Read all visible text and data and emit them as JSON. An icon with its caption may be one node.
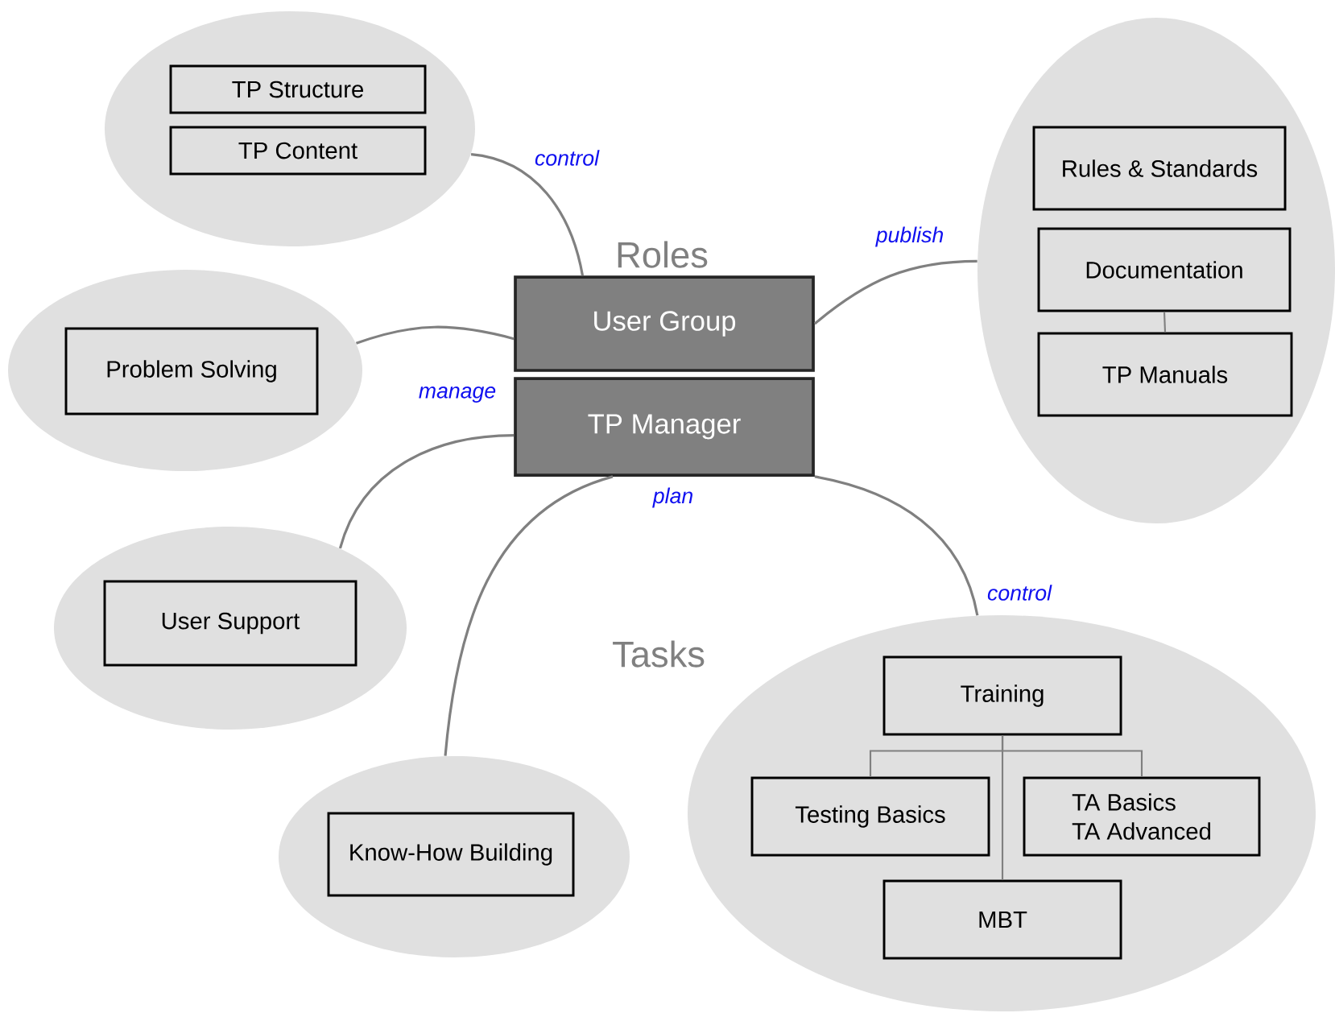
{
  "diagram": {
    "nodes": [
      {
        "text": [],
        "shape": "ellipse"
      },
      {
        "text": [
          "TP Structure"
        ],
        "in": 0
      },
      {
        "text": [
          "TP Content"
        ],
        "in": 0
      },
      {
        "text": [],
        "shape": "ellipse"
      },
      {
        "text": [
          "Rules & Standards"
        ],
        "in": 3
      },
      {
        "text": [
          "Documentation"
        ],
        "in": 3
      },
      {
        "text": [
          "TP Manuals"
        ],
        "in": 3
      },
      {
        "text": [
          "User Group"
        ]
      },
      {
        "text": [],
        "shape": "ellipse"
      },
      {
        "text": [
          "Problem Solving"
        ],
        "in": 8
      },
      {
        "text": [
          "TP Manager"
        ]
      },
      {
        "text": [],
        "shape": "ellipse"
      },
      {
        "text": [
          "User Support"
        ],
        "in": 11
      },
      {
        "text": [],
        "shape": "ellipse"
      },
      {
        "text": [
          "Training"
        ],
        "in": 13
      },
      {
        "text": [
          "Testing Basics"
        ],
        "in": 13
      },
      {
        "text": [
          "TA Basics",
          "TA Advanced"
        ],
        "in": 13
      },
      {
        "text": [
          "MBT"
        ],
        "in": 13
      },
      {
        "text": [],
        "shape": "ellipse"
      },
      {
        "text": [
          "Know-How Building"
        ],
        "in": 18
      }
    ],
    "edges": [
      {
        "from": 0,
        "to": 7,
        "arrow": "none",
        "label": "control"
      },
      {
        "from": 7,
        "to": 3,
        "arrow": "none",
        "label": "publish"
      },
      {
        "from": 7,
        "to": 8,
        "arrow": "none"
      },
      {
        "from": 10,
        "to": 11,
        "arrow": "none",
        "label": "manage"
      },
      {
        "from": 10,
        "to": 18,
        "arrow": "none",
        "label": "plan"
      },
      {
        "from": 10,
        "to": 13,
        "arrow": "none",
        "label": "control"
      },
      {
        "from": 5,
        "to": 6,
        "arrow": "none"
      },
      {
        "from": 14,
        "to": 15,
        "arrow": "none"
      },
      {
        "from": 14,
        "to": 16,
        "arrow": "none"
      },
      {
        "from": 14,
        "to": 17,
        "arrow": "none"
      }
    ],
    "labels": [
      "Roles",
      "Tasks"
    ]
  }
}
